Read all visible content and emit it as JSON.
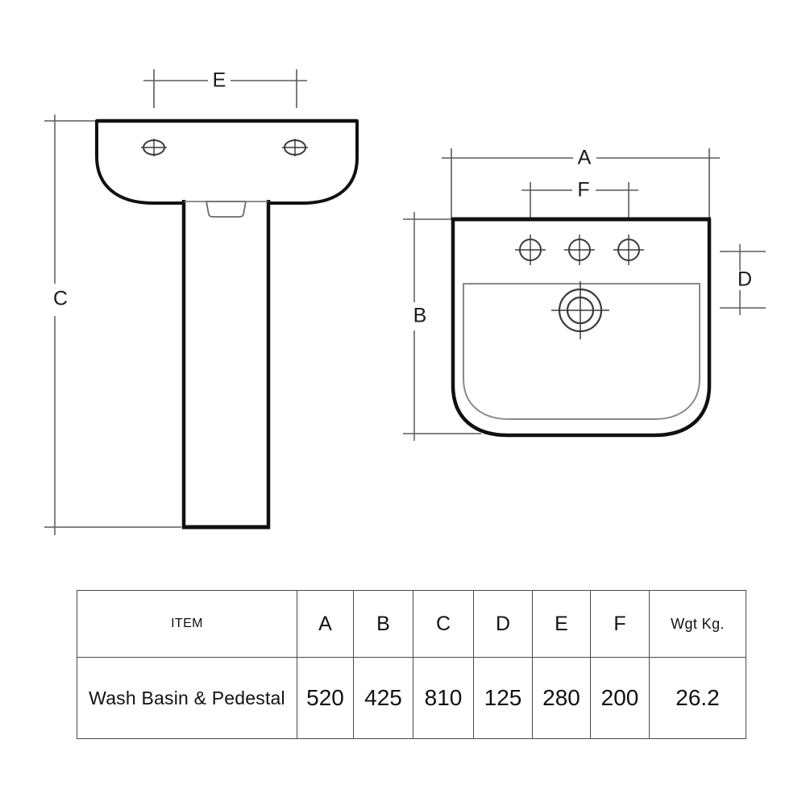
{
  "drawing": {
    "title_present": false,
    "views": {
      "front_view": {
        "name": "Wash basin front elevation with pedestal",
        "dimension_labels": [
          "C",
          "E"
        ],
        "tap_holes_count": 2
      },
      "plan_view": {
        "name": "Wash basin plan view",
        "dimension_labels": [
          "A",
          "B",
          "D",
          "F"
        ],
        "tap_holes_count": 3,
        "waste_hole": "centre drain"
      }
    },
    "dimension_markers": {
      "A": "A",
      "B": "B",
      "C": "C",
      "D": "D",
      "E": "E",
      "F": "F"
    },
    "colors": {
      "outline": "#111111",
      "thin_line": "#4a4a4a",
      "dimension_line": "#5a5a5a",
      "background": "#ffffff"
    }
  },
  "table": {
    "headers": [
      "ITEM",
      "A",
      "B",
      "C",
      "D",
      "E",
      "F",
      "Wgt Kg."
    ],
    "rows": [
      {
        "item": "Wash Basin & Pedestal",
        "A": "520",
        "B": "425",
        "C": "810",
        "D": "125",
        "E": "280",
        "F": "200",
        "weight": "26.2"
      }
    ]
  }
}
